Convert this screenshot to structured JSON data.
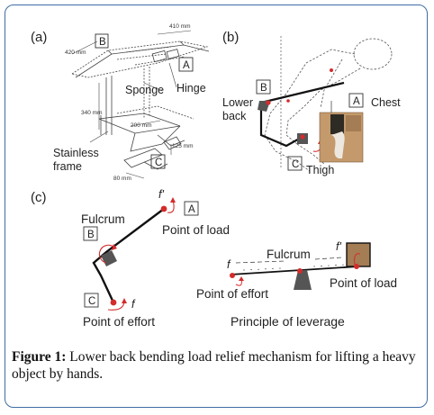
{
  "panels": {
    "a": {
      "tag": "(a)",
      "dims": {
        "d410": "410 mm",
        "d420": "420 mm",
        "d340": "340 mm",
        "d200": "200 mm",
        "d125": "125 mm",
        "d80": "80 mm"
      },
      "labels": {
        "B": "B",
        "A": "A",
        "C": "C",
        "hinge": "Hinge",
        "sponge": "Sponge",
        "stainless1": "Stainless",
        "stainless2": "frame"
      }
    },
    "b": {
      "tag": "(b)",
      "labels": {
        "B": "B",
        "A": "A",
        "C": "C",
        "lower1": "Lower",
        "lower2": "back",
        "chest": "Chest",
        "thigh": "Thigh"
      }
    },
    "c": {
      "tag": "(c)",
      "labels": {
        "fulcrum_left": "Fulcrum",
        "B": "B",
        "A": "A",
        "C": "C",
        "f": "f",
        "f_prime": "f'",
        "point_of_load": "Point of load",
        "point_of_effort": "Point of effort",
        "fulcrum_right": "Fulcrum",
        "point_of_effort_right": "Point of effort",
        "point_of_load_right": "Point of load",
        "principle": "Principle of leverage"
      }
    }
  },
  "caption": {
    "label": "Figure 1:",
    "text": " Lower back bending load relief mechanism for lifting a heavy object by hands."
  },
  "colors": {
    "frame": "#3f6da4",
    "accent_red": "#d42b2b",
    "skin": "#c49a6c"
  }
}
